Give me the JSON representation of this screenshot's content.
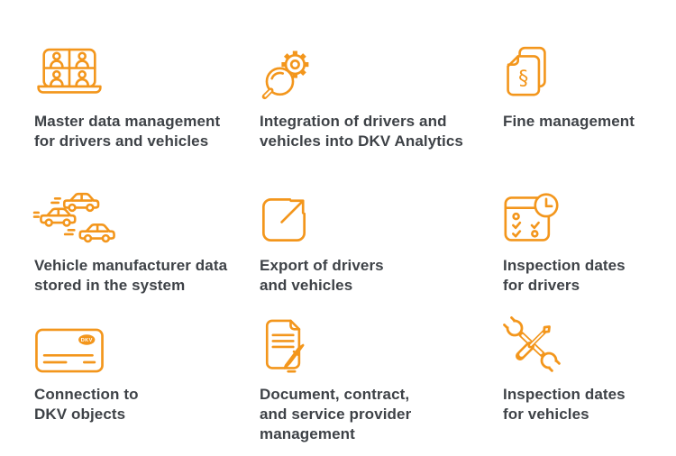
{
  "page": {
    "background": "#ffffff"
  },
  "colors": {
    "accent_orange": "#F3961C",
    "label_text": "#3E4247",
    "logo_text_on_orange": "#ffffff"
  },
  "card_logo_text": "DKV",
  "features": [
    {
      "icon": "video-conference-laptop-icon",
      "label": "Master data management\nfor drivers and vehicles"
    },
    {
      "icon": "magnifier-gear-icon",
      "label": "Integration of drivers and\nvehicles into DKV Analytics"
    },
    {
      "icon": "paragraph-documents-icon",
      "label": "Fine management"
    },
    {
      "icon": "moving-cars-icon",
      "label": "Vehicle manufacturer data\nstored in the system"
    },
    {
      "icon": "export-arrow-icon",
      "label": "Export of drivers\nand vehicles"
    },
    {
      "icon": "calendar-clock-icon",
      "label": "Inspection dates\nfor drivers"
    },
    {
      "icon": "dkv-card-icon",
      "label": "Connection to\nDKV objects"
    },
    {
      "icon": "document-pencil-icon",
      "label": "Document, contract,\nand service provider\nmanagement"
    },
    {
      "icon": "wrench-screwdriver-icon",
      "label": "Inspection dates\nfor vehicles"
    }
  ],
  "paragraph_symbol": "§"
}
